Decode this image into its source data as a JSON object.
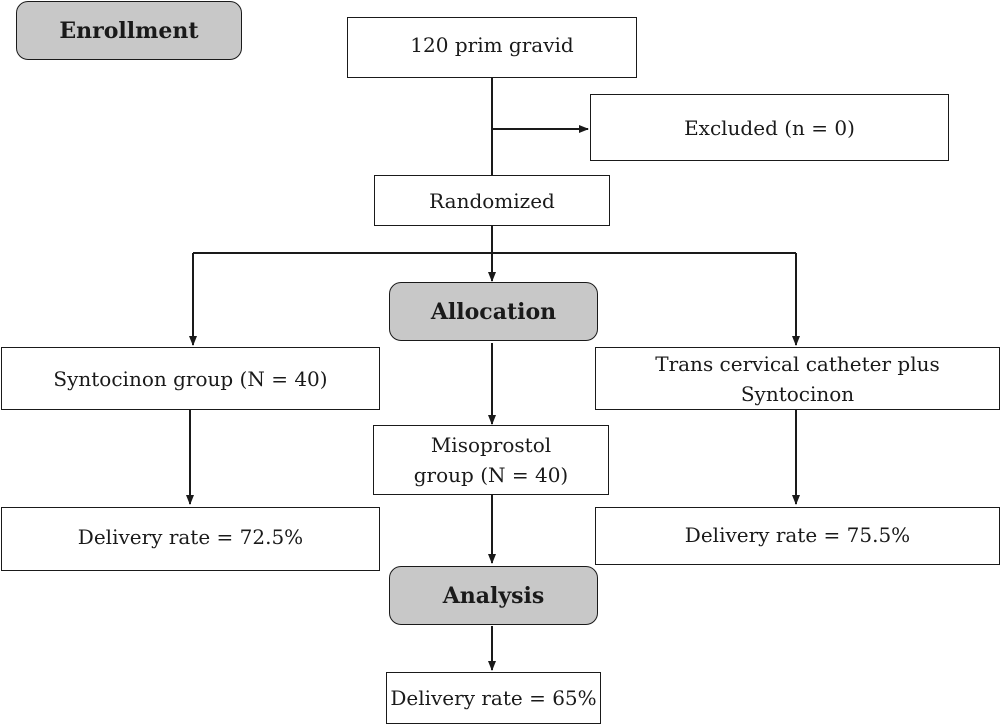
{
  "diagram": {
    "stages": {
      "enrollment": "Enrollment",
      "allocation": "Allocation",
      "analysis": "Analysis"
    },
    "boxes": {
      "total": "120 prim gravid",
      "excluded": "Excluded (n = 0)",
      "randomized": "Randomized",
      "syntocinon_group": "Syntocinon group (N = 40)",
      "misoprostol_group": "Misoprostol group (N = 40)",
      "catheter_group": "Trans cervical catheter plus Syntocinon",
      "syntocinon_delivery": "Delivery rate = 72.5%",
      "misoprostol_delivery": "Delivery rate = 65%",
      "catheter_delivery": "Delivery rate = 75.5%"
    }
  }
}
